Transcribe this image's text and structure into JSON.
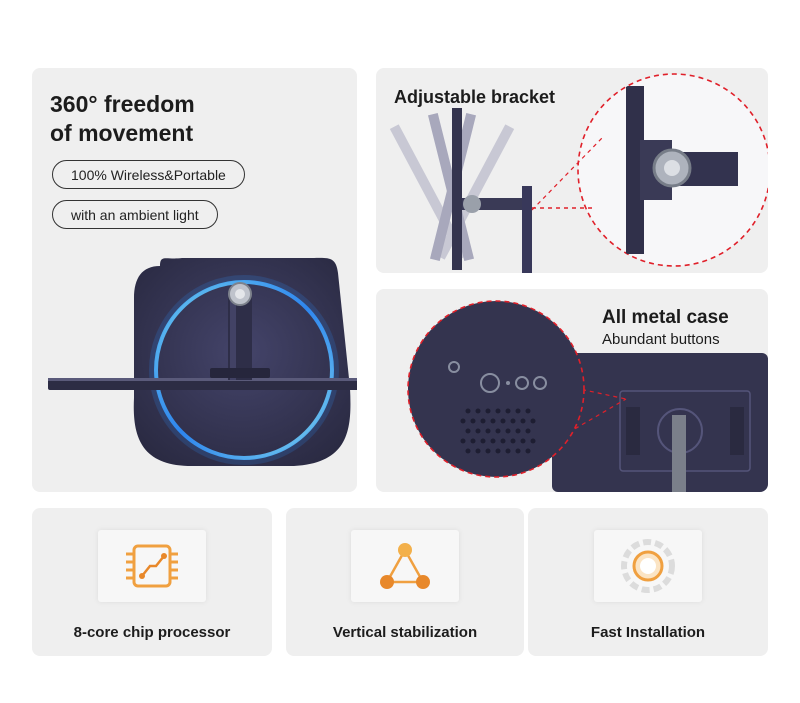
{
  "main": {
    "title_line1": "360° freedom",
    "title_line2": "of movement",
    "pills": [
      "100% Wireless&Portable",
      "with an ambient light"
    ]
  },
  "bracket": {
    "title": "Adjustable bracket"
  },
  "metal": {
    "title": "All metal case",
    "subtitle": "Abundant buttons"
  },
  "features": [
    {
      "label": "8-core chip processor",
      "icon": "chip-icon"
    },
    {
      "label": "Vertical stabilization",
      "icon": "stabilization-icon"
    },
    {
      "label": "Fast Installation",
      "icon": "installation-icon"
    }
  ],
  "colors": {
    "card_bg": "#efefef",
    "device": "#33334f",
    "ambient_light": "#2e8fff",
    "accent_orange": "#f0a040",
    "dashed_red": "#e0202a"
  }
}
